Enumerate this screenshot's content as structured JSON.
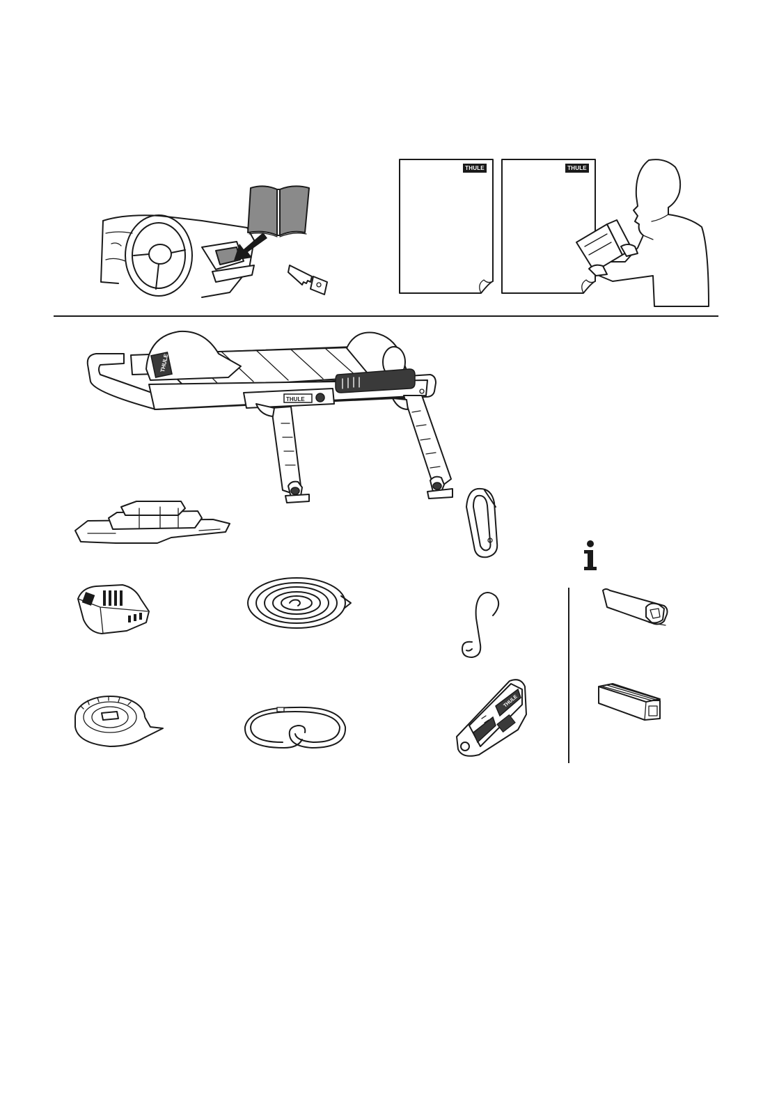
{
  "brand": {
    "logo_text": "THULE"
  },
  "colors": {
    "line": "#1a1a1a",
    "manual_fill": "#8a8a8a",
    "background": "#ffffff"
  },
  "top_section": {
    "glovebox_scene": {
      "icons": [
        "steering-wheel-icon",
        "open-manual-icon",
        "arrow-icon",
        "key-icon"
      ]
    },
    "documents": [
      {
        "logo": "THULE"
      },
      {
        "logo": "THULE"
      }
    ],
    "reader_figure": {
      "icon": "person-reading-icon"
    }
  },
  "parts": [
    {
      "icon": "bike-carrier-platform-icon"
    },
    {
      "icon": "foot-pad-icon"
    },
    {
      "icon": "carabiner-icon"
    },
    {
      "icon": "end-cap-icon"
    },
    {
      "icon": "coiled-strap-icon"
    },
    {
      "icon": "s-hook-icon"
    },
    {
      "icon": "rolled-rubber-strip-icon"
    },
    {
      "icon": "loop-strap-icon"
    },
    {
      "icon": "multi-tool-icon"
    }
  ],
  "info_section": {
    "icon": "info-icon",
    "bars": [
      {
        "icon": "aero-roof-bar-icon"
      },
      {
        "icon": "square-roof-bar-icon"
      }
    ]
  }
}
